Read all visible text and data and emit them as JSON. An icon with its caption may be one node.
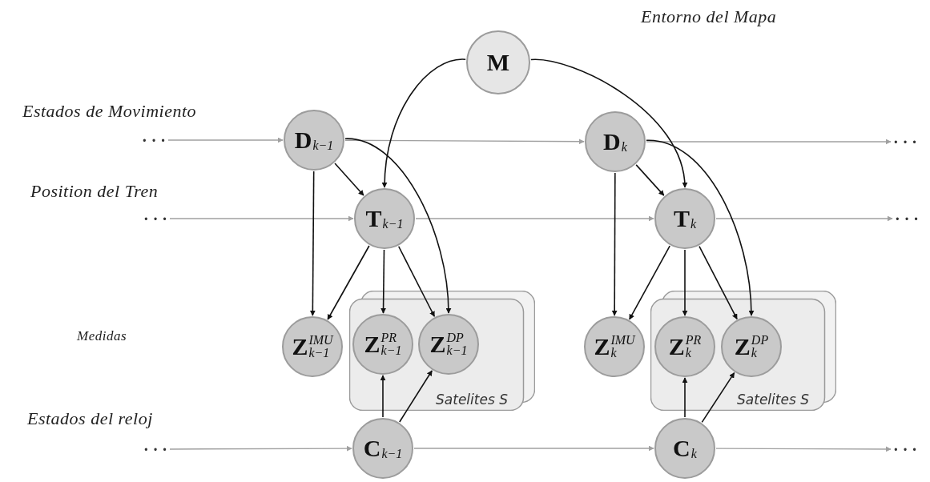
{
  "diagram": {
    "nodes": [
      {
        "text": [
          "M"
        ]
      },
      {
        "text": [
          "· · ·"
        ]
      },
      {
        "text": [
          "**D**$_{k−1}$"
        ]
      },
      {
        "text": [
          "**D**$_{k}$"
        ]
      },
      {
        "text": [
          "· · ·"
        ]
      },
      {
        "text": [
          "· · ·"
        ]
      },
      {
        "text": [
          "**T**$_{k−1}$"
        ]
      },
      {
        "text": [
          "**T**$_{k}$"
        ]
      },
      {
        "text": [
          "· · ·"
        ]
      },
      {
        "text": [
          "**Z**$^{IMU}$$_{k−1}$"
        ]
      },
      {
        "text": [
          "Satelites S"
        ]
      },
      {
        "text": [
          "**Z**$^{PR}$$_{k−1}$"
        ],
        "in": 10
      },
      {
        "text": [
          "**Z**$^{DP}$$_{k−1}$"
        ],
        "in": 10
      },
      {
        "text": [
          "**Z**$^{IMU}$$_{k}$"
        ]
      },
      {
        "text": [
          "Satelites S"
        ]
      },
      {
        "text": [
          "**Z**$^{PR}$$_{k}$"
        ],
        "in": 14
      },
      {
        "text": [
          "**Z**$^{DP}$$_{k}$"
        ],
        "in": 14
      },
      {
        "text": [
          "· · ·"
        ]
      },
      {
        "text": [
          "**C**$_{k−1}$"
        ]
      },
      {
        "text": [
          "**C**$_{k}$"
        ]
      },
      {
        "text": [
          "· · ·"
        ]
      }
    ],
    "edges": [
      {
        "from": 1,
        "to": 2,
        "arrow": "to",
        "color": "#a0a0a0"
      },
      {
        "from": 2,
        "to": 3,
        "arrow": "to",
        "color": "#a0a0a0"
      },
      {
        "from": 3,
        "to": 4,
        "arrow": "to",
        "color": "#a0a0a0"
      },
      {
        "from": 5,
        "to": 6,
        "arrow": "to",
        "color": "#a0a0a0"
      },
      {
        "from": 6,
        "to": 7,
        "arrow": "to",
        "color": "#a0a0a0"
      },
      {
        "from": 7,
        "to": 8,
        "arrow": "to",
        "color": "#a0a0a0"
      },
      {
        "from": 17,
        "to": 18,
        "arrow": "to",
        "color": "#a0a0a0"
      },
      {
        "from": 18,
        "to": 19,
        "arrow": "to",
        "color": "#a0a0a0"
      },
      {
        "from": 19,
        "to": 20,
        "arrow": "to",
        "color": "#a0a0a0"
      },
      {
        "from": 0,
        "to": 6,
        "arrow": "to"
      },
      {
        "from": 0,
        "to": 7,
        "arrow": "to"
      },
      {
        "from": 2,
        "to": 6,
        "arrow": "to"
      },
      {
        "from": 2,
        "to": 9,
        "arrow": "to"
      },
      {
        "from": 2,
        "to": 12,
        "arrow": "to"
      },
      {
        "from": 6,
        "to": 9,
        "arrow": "to"
      },
      {
        "from": 6,
        "to": 11,
        "arrow": "to"
      },
      {
        "from": 6,
        "to": 12,
        "arrow": "to"
      },
      {
        "from": 18,
        "to": 11,
        "arrow": "to"
      },
      {
        "from": 18,
        "to": 12,
        "arrow": "to"
      },
      {
        "from": 3,
        "to": 7,
        "arrow": "to"
      },
      {
        "from": 3,
        "to": 13,
        "arrow": "to"
      },
      {
        "from": 3,
        "to": 16,
        "arrow": "to"
      },
      {
        "from": 7,
        "to": 13,
        "arrow": "to"
      },
      {
        "from": 7,
        "to": 15,
        "arrow": "to"
      },
      {
        "from": 7,
        "to": 16,
        "arrow": "to"
      },
      {
        "from": 19,
        "to": 15,
        "arrow": "to"
      },
      {
        "from": 19,
        "to": 16,
        "arrow": "to"
      }
    ],
    "labels": [
      "Entorno del Mapa",
      "Estados de Movimiento",
      "Position del Tren",
      "Medidas",
      "Estados del reloj"
    ]
  }
}
